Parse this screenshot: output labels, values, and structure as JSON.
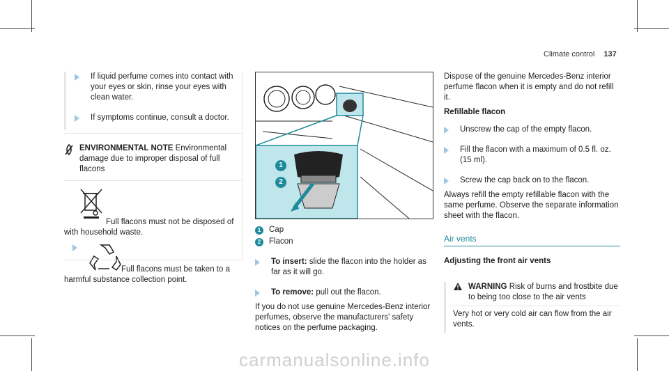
{
  "header": {
    "section": "Climate control",
    "page": "137"
  },
  "col1": {
    "bullets": [
      "If liquid perfume comes into contact with your eyes or skin, rinse your eyes with clean water.",
      "If symptoms continue, consult a doctor."
    ],
    "env_note": {
      "title": "ENVIRONMENTAL NOTE",
      "text": "Environmental damage due to improper disposal of full flacons",
      "no_waste_text": "Full flacons must not be disposed of with household waste.",
      "recycle_text": "Full flacons must be taken to a harmful substance collection point."
    }
  },
  "col2": {
    "legend": [
      {
        "num": "1",
        "label": "Cap"
      },
      {
        "num": "2",
        "label": "Flacon"
      }
    ],
    "steps": [
      {
        "bold": "To insert:",
        "text": "slide the flacon into the holder as far as it will go."
      },
      {
        "bold": "To remove:",
        "text": "pull out the flacon."
      }
    ],
    "para": "If you do not use genuine Mercedes-Benz interior perfumes, observe the manufacturers' safety notices on the perfume packaging."
  },
  "col3": {
    "intro": "Dispose of the genuine Mercedes-Benz interior perfume flacon when it is empty and do not refill it.",
    "refill_heading": "Refillable flacon",
    "steps": [
      "Unscrew the cap of the empty flacon.",
      "Fill the flacon with a maximum of 0.5 fl. oz. (15 ml).",
      "Screw the cap back on to the flacon."
    ],
    "para": "Always refill the empty refillable flacon with the same perfume. Observe the separate information sheet with the flacon.",
    "section_title": "Air vents",
    "subheading": "Adjusting the front air vents",
    "warning": {
      "title": "WARNING",
      "text1": "Risk of burns and frostbite due to being too close to the air vents",
      "text2": "Very hot or very cold air can flow from the air vents."
    }
  },
  "footer": {
    "watermark": "carmanualsonline.info"
  },
  "colors": {
    "accent": "#1f8a9c",
    "arrow": "#9fc6e2",
    "figure_highlight": "#bfe6ea"
  }
}
